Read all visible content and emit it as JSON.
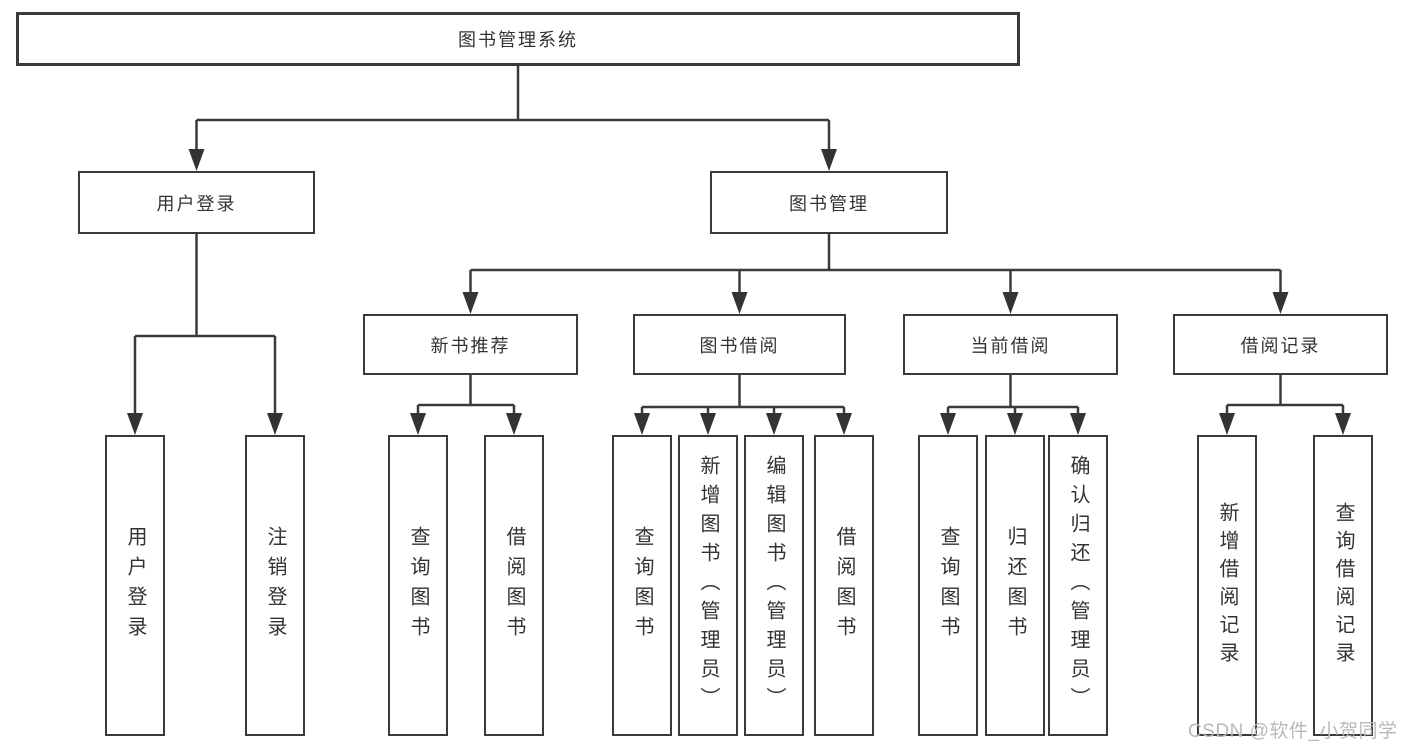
{
  "diagram": {
    "root": "图书管理系统",
    "user_branch": {
      "label": "用户登录",
      "leaves": [
        "用户登录",
        "注销登录"
      ]
    },
    "book_branch": {
      "label": "图书管理",
      "children": [
        {
          "label": "新书推荐",
          "leaves": [
            "查询图书",
            "借阅图书"
          ]
        },
        {
          "label": "图书借阅",
          "leaves": [
            "查询图书",
            "新增图书（管理员）",
            "编辑图书（管理员）",
            "借阅图书"
          ]
        },
        {
          "label": "当前借阅",
          "leaves": [
            "查询图书",
            "归还图书",
            "确认归还（管理员）"
          ]
        },
        {
          "label": "借阅记录",
          "leaves": [
            "新增借阅记录",
            "查询借阅记录"
          ]
        }
      ]
    },
    "colors": {
      "line": "#3a3a3a",
      "text": "#333333",
      "watermark": "#b9b9b9",
      "background": "#ffffff"
    },
    "watermark": "CSDN @软件_小贺同学"
  }
}
